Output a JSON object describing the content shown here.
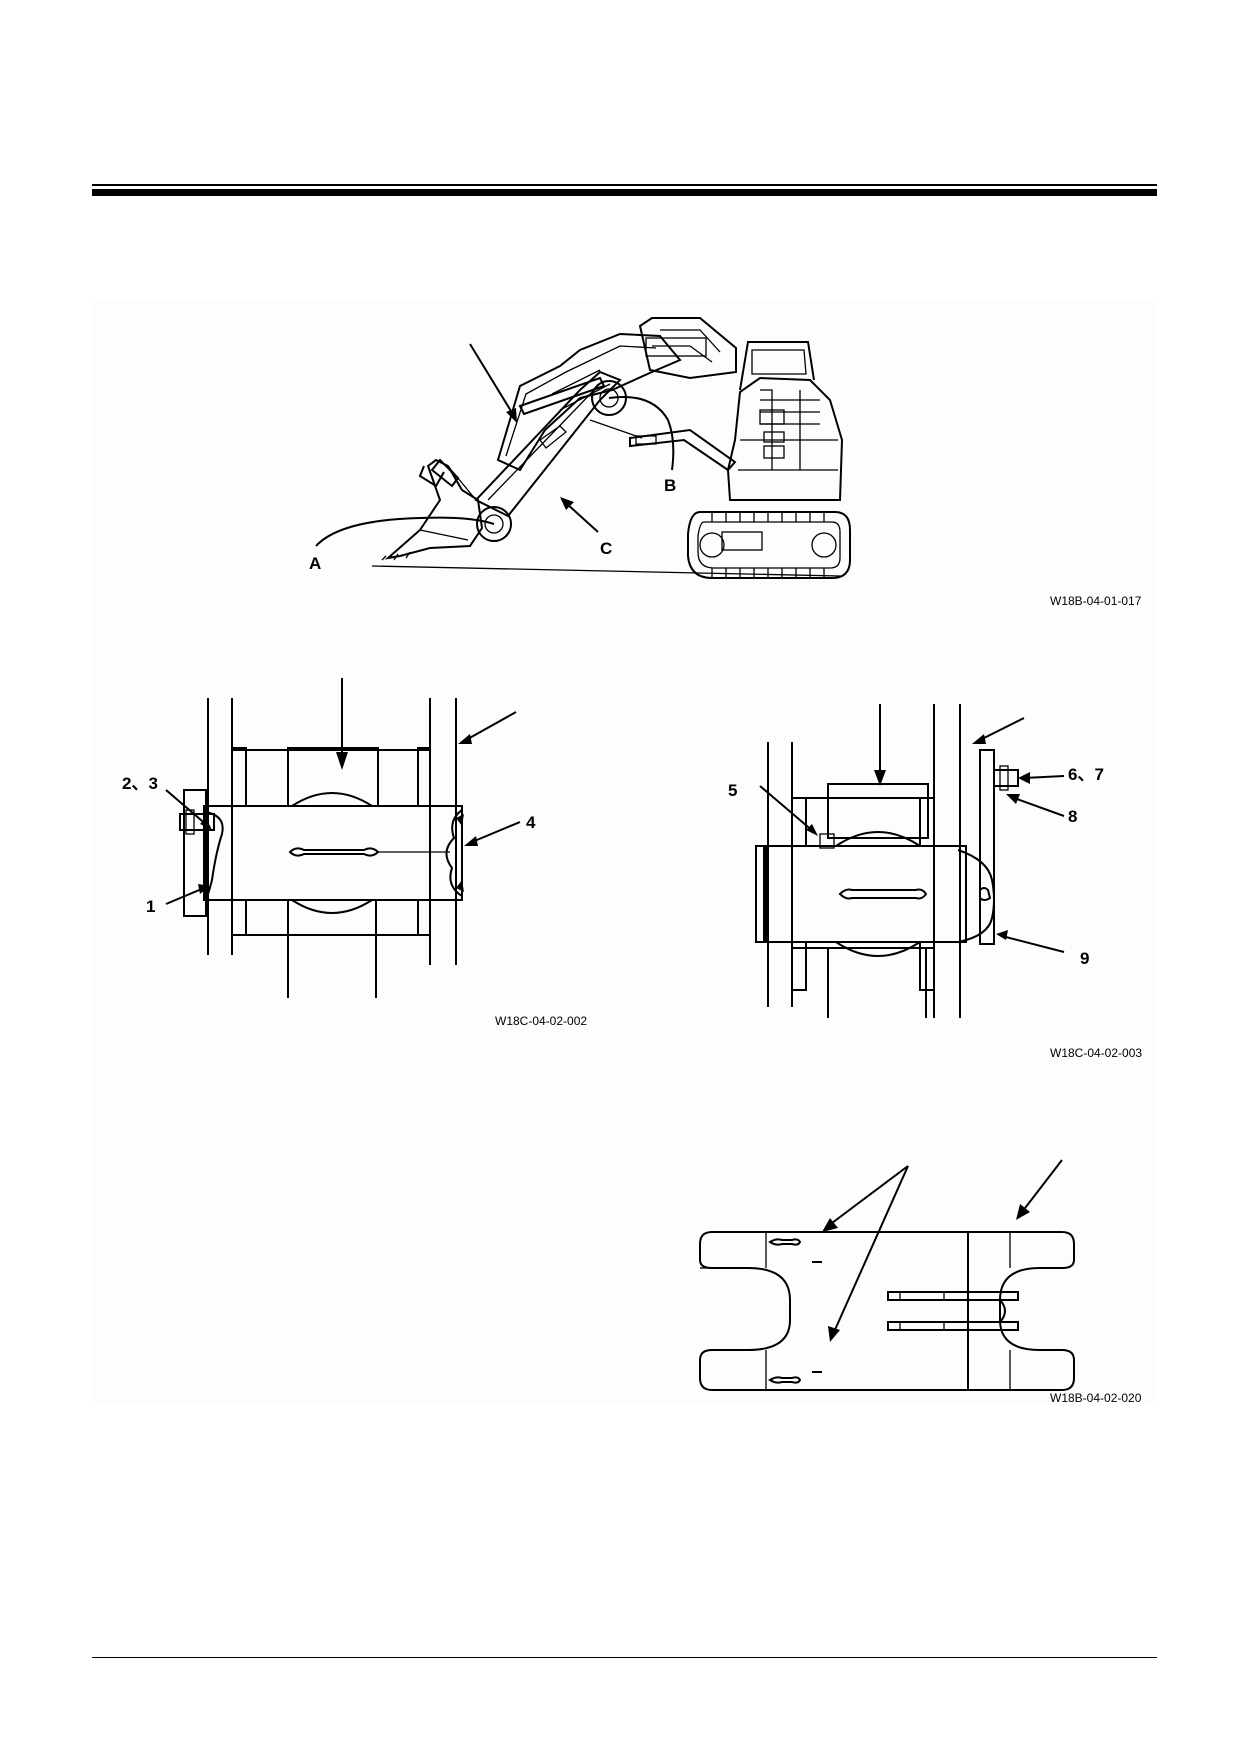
{
  "figures": [
    {
      "caption": "W18B-04-01-017",
      "labels": {
        "a": "A",
        "b": "B",
        "c": "C"
      }
    },
    {
      "caption": "W18C-04-02-002",
      "labels": {
        "n1": "1",
        "n23": "2、3",
        "n4": "4"
      }
    },
    {
      "caption": "W18C-04-02-003",
      "labels": {
        "n5": "5",
        "n67": "6、7",
        "n8": "8",
        "n9": "9"
      }
    },
    {
      "caption": "W18B-04-02-020",
      "labels": {}
    }
  ]
}
